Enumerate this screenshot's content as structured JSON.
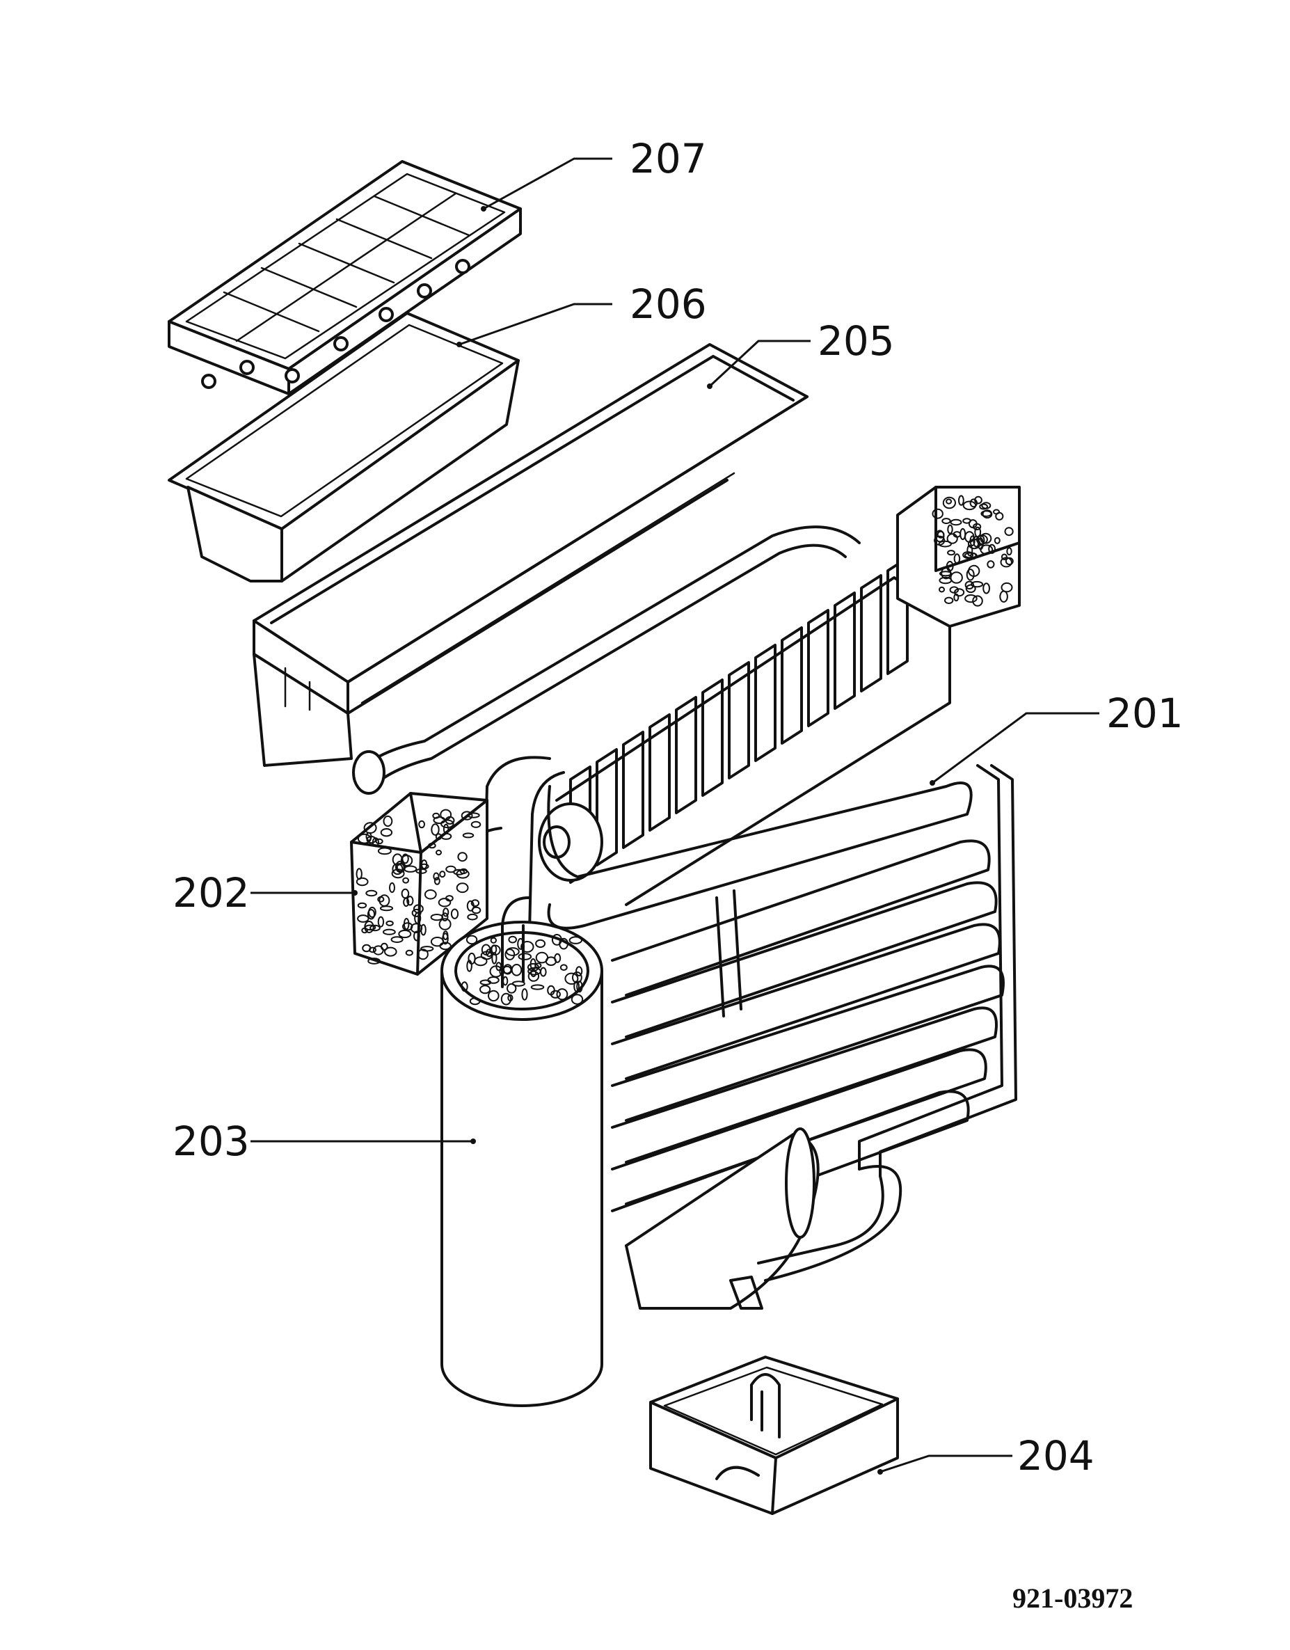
{
  "callouts": [
    {
      "id": "207",
      "label": "207"
    },
    {
      "id": "206",
      "label": "206"
    },
    {
      "id": "205",
      "label": "205"
    },
    {
      "id": "201",
      "label": "201"
    },
    {
      "id": "202",
      "label": "202"
    },
    {
      "id": "203",
      "label": "203"
    },
    {
      "id": "204",
      "label": "204"
    }
  ],
  "document_number": "921-03972",
  "colors": {
    "ink": "#111111",
    "background": "#ffffff"
  }
}
